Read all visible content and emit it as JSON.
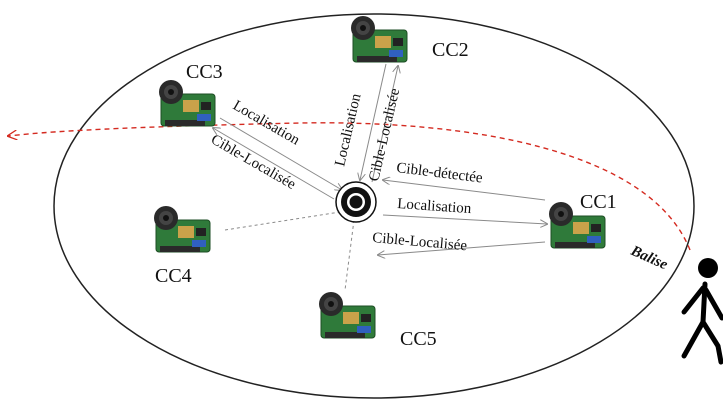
{
  "diagram": {
    "nodes": {
      "cc1": "CC1",
      "cc2": "CC2",
      "cc3": "CC3",
      "cc4": "CC4",
      "cc5": "CC5"
    },
    "messages": {
      "cc3_in": "Localisation",
      "cc3_out": "Cible-Localisée",
      "cc2_in": "Localisation",
      "cc2_out": "Cible-Localisée",
      "cc1_detect": "Cible-détectée",
      "cc1_loc": "Localisation",
      "cc1_out": "Cible-Localisée"
    },
    "target_label": "Balise",
    "colors": {
      "target_path": "#d42a20",
      "link": "#8a8a8a",
      "ellipse": "#222222",
      "board": "#2f7a3a"
    }
  }
}
